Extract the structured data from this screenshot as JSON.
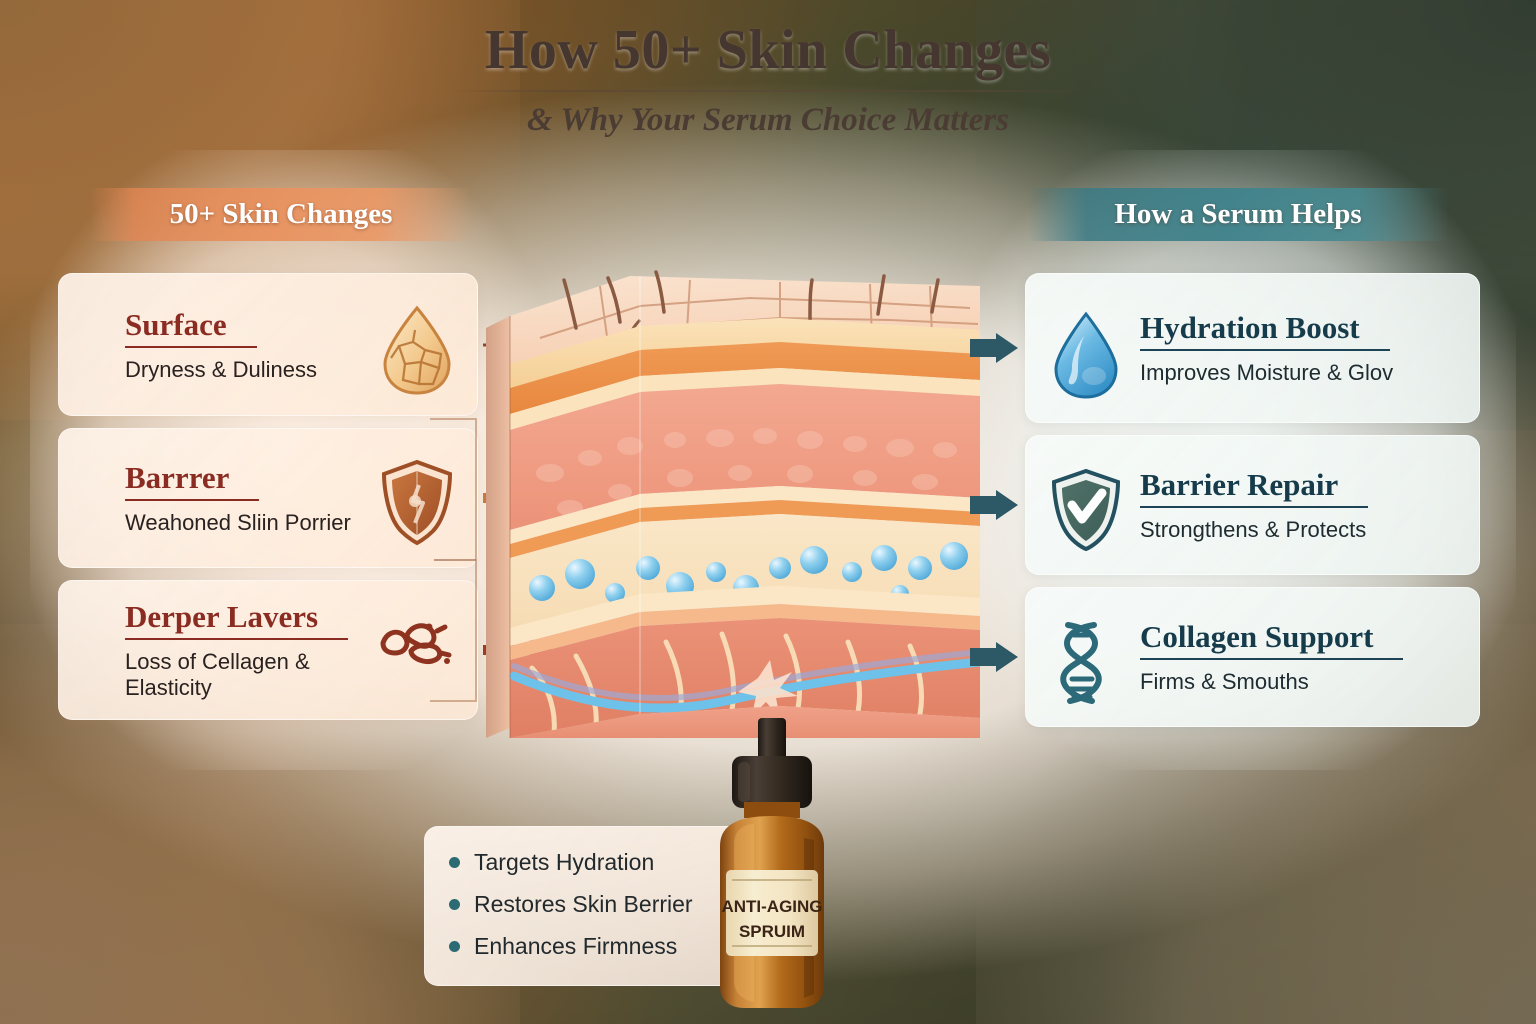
{
  "title": {
    "main": "How 50+ Skin Changes",
    "subtitle": "& Why Your Serum Choice Matters"
  },
  "columns": {
    "left": {
      "banner": "50+ Skin Changes",
      "banner_color": "#e8915e",
      "accent_color": "#8a2c22",
      "items": [
        {
          "heading": "Surface",
          "subtext": "Dryness & Duliness",
          "icon": "cracked-droplet-icon"
        },
        {
          "heading": "Barrrer",
          "subtext": "Weahoned Sliin Porrier",
          "icon": "cracked-shield-icon"
        },
        {
          "heading": "Derper Lavers",
          "subtext": "Loss of Cellagen & Elasticity",
          "icon": "broken-collagen-icon"
        }
      ]
    },
    "right": {
      "banner": "How a Serum Helps",
      "banner_color": "#3f828b",
      "accent_color": "#1d4454",
      "items": [
        {
          "heading": "Hydration Boost",
          "subtext": "Improves Moisture & Glov",
          "icon": "water-droplet-icon"
        },
        {
          "heading": "Barrier Repair",
          "subtext": "Strongthens & Protects",
          "icon": "shield-check-icon"
        },
        {
          "heading": "Collagen Support",
          "subtext": "Firms & Smouths",
          "icon": "dna-helix-icon"
        }
      ]
    }
  },
  "diagram": {
    "name": "skin-cross-section-illustration",
    "layers": [
      "epidermis-surface",
      "stratum-corneum",
      "epidermis",
      "dermis-hydration",
      "dermis-collagen",
      "hypodermis"
    ]
  },
  "bottle": {
    "label_line1": "ANTI-AGING",
    "label_line2": "SPRUIM",
    "cap_color": "#2e2722",
    "glass_color": "#a8651f"
  },
  "benefits": {
    "bullet_color": "#2c6a74",
    "items": [
      "Targets Hydration",
      "Restores Skin Berrier",
      "Enhances Firmness"
    ]
  }
}
